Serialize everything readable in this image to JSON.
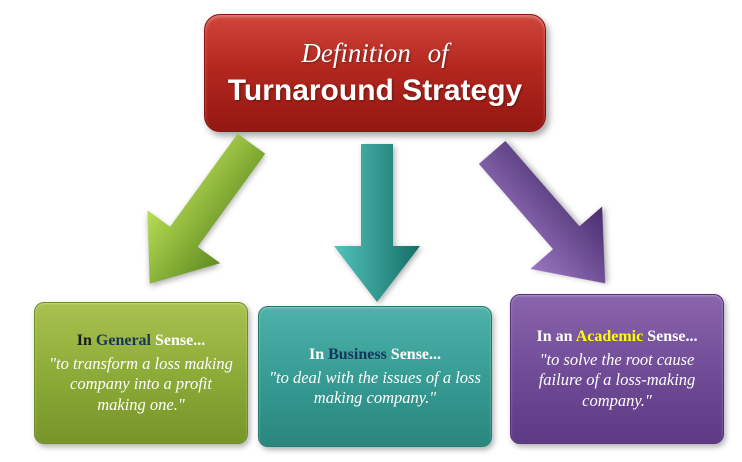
{
  "title": {
    "line1": "Definition  of",
    "line2": "Turnaround Strategy"
  },
  "colors": {
    "title_bg": "#b3281f",
    "green_box": "#8aa936",
    "teal_box": "#359a92",
    "purple_box": "#6f4a95",
    "green_arrow": "#8cc63e",
    "teal_arrow": "#2e9e94",
    "purple_arrow": "#6b4a9b",
    "highlight_navy": "#17365d",
    "highlight_yellow": "#ffff00",
    "text_white": "#ffffff"
  },
  "icons": {
    "arrows": [
      "down-left-arrow-icon",
      "down-arrow-icon",
      "down-right-arrow-icon"
    ]
  },
  "boxes": [
    {
      "id": "general",
      "prefix": "In ",
      "highlight": "General",
      "suffix": " Sense...",
      "quote": "\"to transform a loss making company into a profit making one.\""
    },
    {
      "id": "business",
      "prefix": "In ",
      "highlight": "Business",
      "suffix": " Sense...",
      "quote": "\"to deal with the issues of a loss making company.\""
    },
    {
      "id": "academic",
      "prefix": "In an ",
      "highlight": "Academic",
      "suffix": " Sense...",
      "quote": "\"to solve the root cause failure of a loss-making company.\""
    }
  ]
}
